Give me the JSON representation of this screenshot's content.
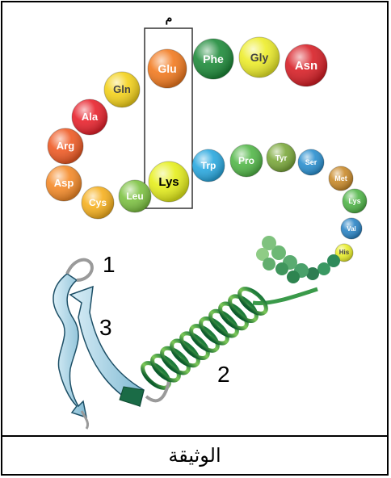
{
  "caption": "الوثيقة",
  "box_label": "م",
  "structure_labels": [
    "1",
    "2",
    "3"
  ],
  "amino_acids": [
    {
      "name": "Asp",
      "color": "#f58a28"
    },
    {
      "name": "Arg",
      "color": "#ef5a24"
    },
    {
      "name": "Ala",
      "color": "#e8222c"
    },
    {
      "name": "Gln",
      "color": "#f4d21b"
    },
    {
      "name": "Glu",
      "color": "#f27a1f"
    },
    {
      "name": "Phe",
      "color": "#1e8b3a"
    },
    {
      "name": "Gly",
      "color": "#eded2a"
    },
    {
      "name": "Asn",
      "color": "#d81f26"
    },
    {
      "name": "Cys",
      "color": "#f6b01e"
    },
    {
      "name": "Leu",
      "color": "#7dc242"
    },
    {
      "name": "Lys",
      "color": "#e6ef1c"
    },
    {
      "name": "Trp",
      "color": "#29a8df"
    },
    {
      "name": "Pro",
      "color": "#52b748"
    },
    {
      "name": "Tyr",
      "color": "#7aa83a"
    },
    {
      "name": "Ser",
      "color": "#2a8fcf"
    },
    {
      "name": "Met",
      "color": "#c98a2a"
    },
    {
      "name": "Lys",
      "color": "#50b548"
    },
    {
      "name": "Val",
      "color": "#2a84c5"
    },
    {
      "name": "His",
      "color": "#e9ee2a"
    }
  ]
}
